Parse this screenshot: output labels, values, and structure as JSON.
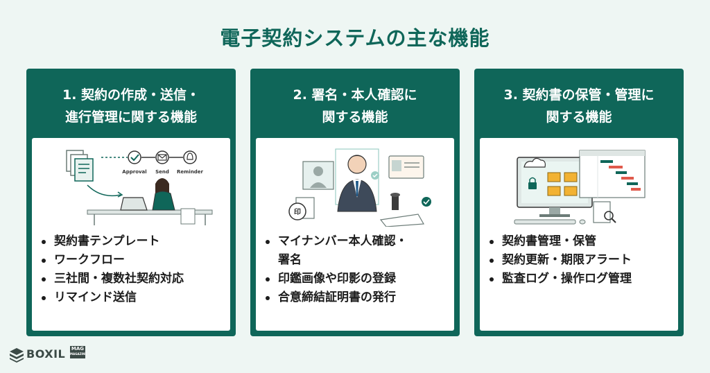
{
  "title": "電子契約システムの主な機能",
  "cards": [
    {
      "heading_lines": [
        "1. 契約の作成・送信・",
        "進行管理に関する機能"
      ],
      "illustration_labels": [
        "Approval",
        "Send",
        "Reminder"
      ],
      "items": [
        "契約書テンプレート",
        "ワークフロー",
        "三社間・複数社契約対応",
        "リマインド送信"
      ]
    },
    {
      "heading_lines": [
        "2. 署名・本人確認に",
        "関する機能"
      ],
      "illustration_labels": [
        "印"
      ],
      "items": [
        "マイナンバー本人確認・\n署名",
        "印鑑画像や印影の登録",
        "合意締結証明書の発行"
      ]
    },
    {
      "heading_lines": [
        "3. 契約書の保管・管理に",
        "関する機能"
      ],
      "illustration_labels": [],
      "items": [
        "契約書管理・保管",
        "契約更新・期限アラート",
        "監査ログ・操作ログ管理"
      ]
    }
  ],
  "logo": {
    "text": "BOXIL",
    "badge_top": "MAG",
    "badge_bottom": "MAGAZINE"
  },
  "colors": {
    "brand": "#0f6659",
    "background": "#eef6f3",
    "card_body": "#ffffff"
  }
}
